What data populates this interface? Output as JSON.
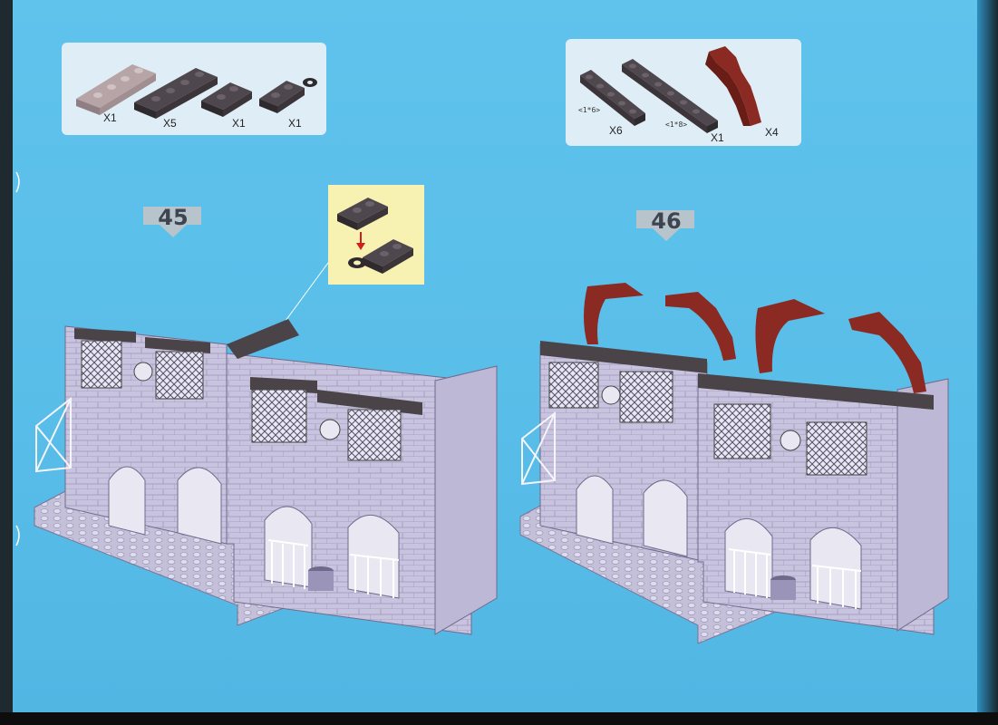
{
  "steps": {
    "left": {
      "number": "45",
      "parts": [
        {
          "icon": "plate-1x4-light",
          "qty": "X1"
        },
        {
          "icon": "plate-1x4-dark",
          "qty": "X5"
        },
        {
          "icon": "plate-1x2-dark",
          "qty": "X1"
        },
        {
          "icon": "plate-1x2-ring-dark",
          "qty": "X1"
        }
      ]
    },
    "right": {
      "number": "46",
      "parts": [
        {
          "icon": "plate-1x6-dark",
          "size": "<1*6>",
          "qty": "X6"
        },
        {
          "icon": "plate-1x8-dark",
          "size": "<1*8>",
          "qty": "X1"
        },
        {
          "icon": "arch-red",
          "qty": "X4"
        }
      ]
    }
  },
  "colors": {
    "page_background": "#5bc0ea",
    "panel": "#dfeef6",
    "callout": "#f8f2b2",
    "wall": "#c6c2dc",
    "dark_plate": "#4a4348",
    "arch_red": "#8a2a22"
  }
}
